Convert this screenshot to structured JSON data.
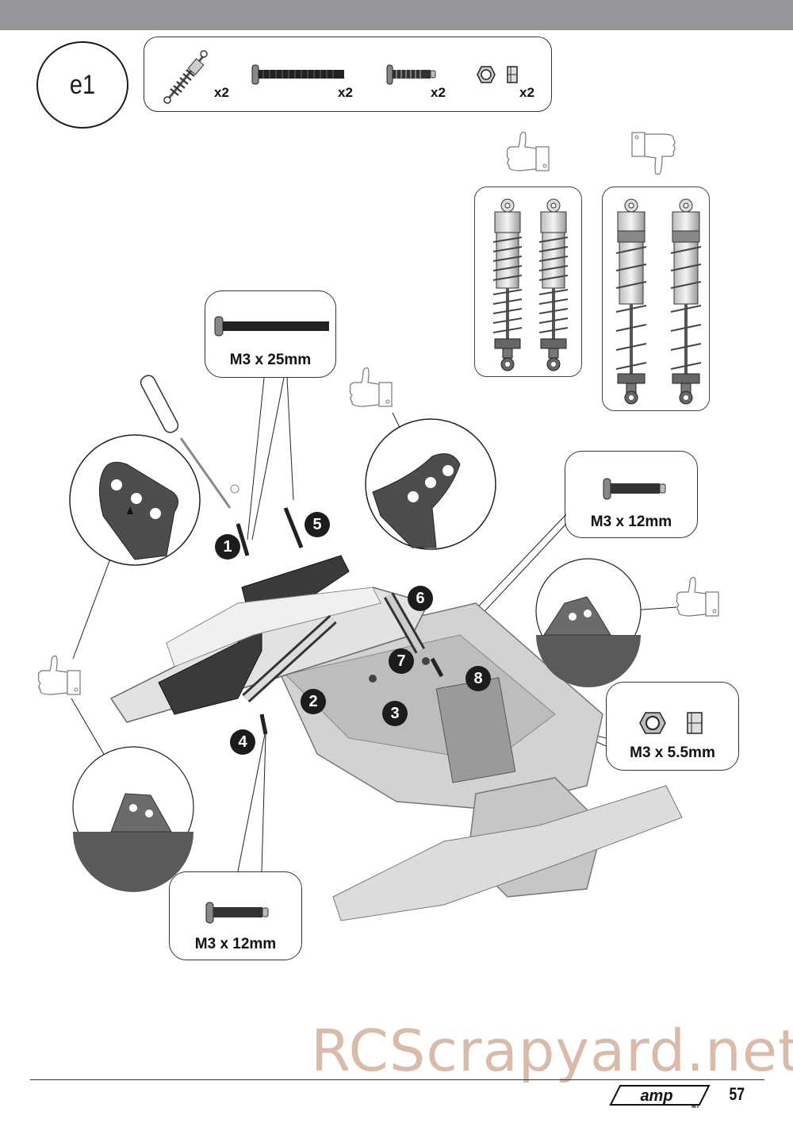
{
  "page": {
    "step_label": "e1",
    "page_number": "57",
    "brand_logo": "amp",
    "brand_sub": "MT",
    "watermark": "RCScrapyard.net"
  },
  "parts_list": [
    {
      "name": "shock-absorber",
      "qty": "x2"
    },
    {
      "name": "screw-m3x25",
      "qty": "x2"
    },
    {
      "name": "screw-m3x12",
      "qty": "x2"
    },
    {
      "name": "lock-nut-m3",
      "qty": "x2"
    }
  ],
  "callouts": {
    "screw_25": {
      "label": "M3 x 25mm",
      "icon": "long-screw-icon"
    },
    "screw_12_right": {
      "label": "M3 x 12mm",
      "icon": "short-screw-icon"
    },
    "nut": {
      "label": "M3 x 5.5mm",
      "icon": "lock-nut-icon"
    },
    "screw_12_bottom": {
      "label": "M3 x 12mm",
      "icon": "short-screw-icon"
    }
  },
  "shock_comparison": {
    "correct": {
      "icon": "thumbs-up-icon",
      "meaning": "correct"
    },
    "incorrect": {
      "icon": "thumbs-down-icon",
      "meaning": "incorrect"
    }
  },
  "steps": [
    {
      "n": "1"
    },
    {
      "n": "2"
    },
    {
      "n": "3"
    },
    {
      "n": "4"
    },
    {
      "n": "5"
    },
    {
      "n": "6"
    },
    {
      "n": "7"
    },
    {
      "n": "8"
    }
  ],
  "colors": {
    "header_bar": "#939598",
    "badge": "#1c1c1c",
    "part_dark": "#4a4a4a",
    "part_light": "#cfcfcf",
    "watermark": "#d9b8a6"
  }
}
